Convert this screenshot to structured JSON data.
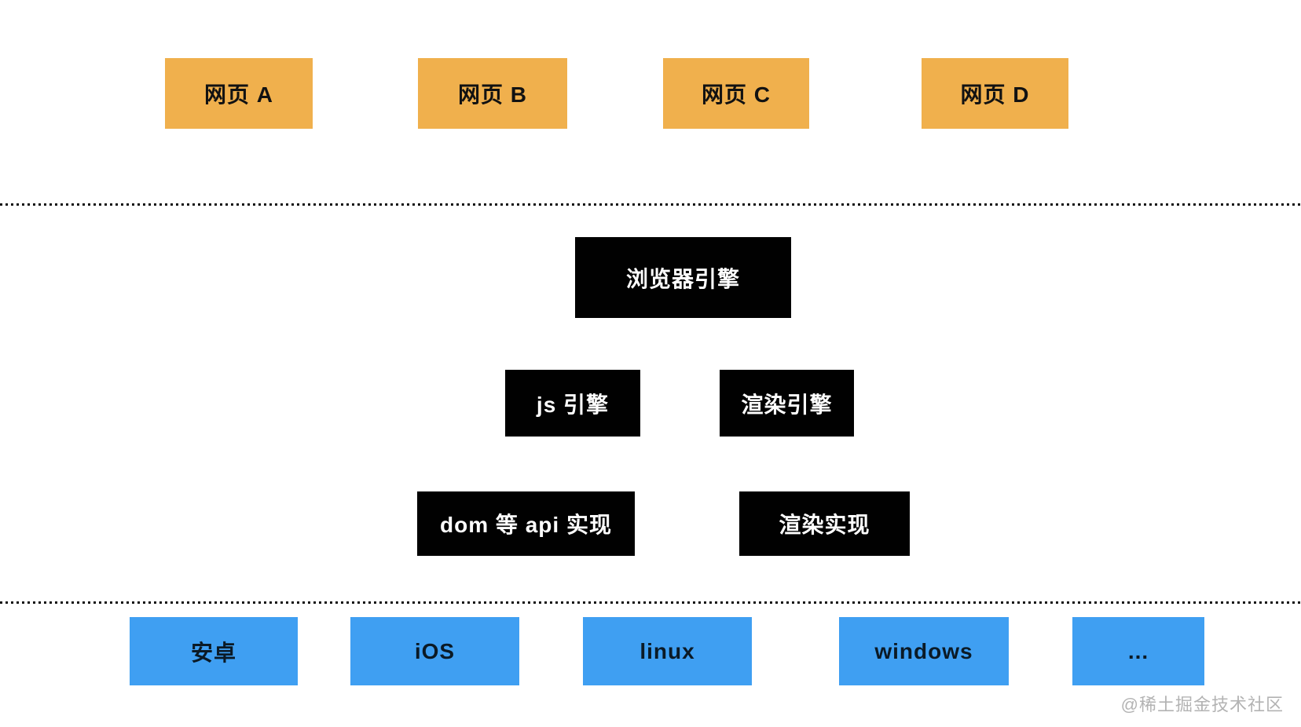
{
  "diagram": {
    "web_pages": [
      {
        "label": "网页 A"
      },
      {
        "label": "网页 B"
      },
      {
        "label": "网页 C"
      },
      {
        "label": "网页 D"
      }
    ],
    "browser_engine": {
      "label": "浏览器引擎"
    },
    "engines": [
      {
        "label": "js 引擎"
      },
      {
        "label": "渲染引擎"
      }
    ],
    "implementations": [
      {
        "label": "dom 等 api 实现"
      },
      {
        "label": "渲染实现"
      }
    ],
    "platforms": [
      {
        "label": "安卓"
      },
      {
        "label": "iOS"
      },
      {
        "label": "linux"
      },
      {
        "label": "windows"
      },
      {
        "label": "..."
      }
    ],
    "colors": {
      "web_page_fill": "#F0B04D",
      "engine_fill": "#010101",
      "engine_text": "#FFFFFF",
      "platform_fill": "#3F9FF2",
      "text_on_light": "#121212",
      "divider_dot": "#111111"
    }
  },
  "watermark": {
    "text": "@稀土掘金技术社区"
  }
}
